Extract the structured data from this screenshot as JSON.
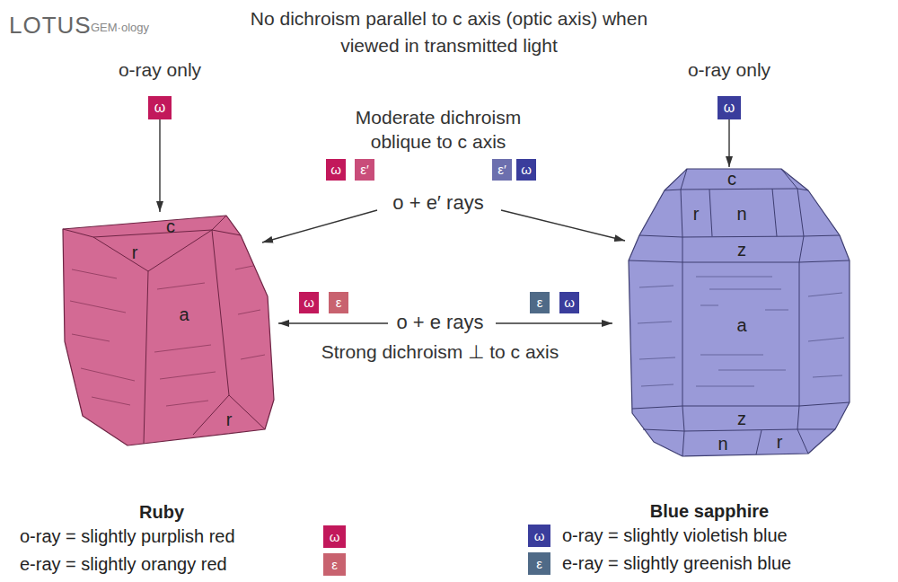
{
  "diagram": {
    "title": "No dichroism parallel to c axis (optic axis) when viewed in transmitted light",
    "nodes": [
      {
        "text": [
          "ω"
        ]
      },
      {
        "text": [
          "ω"
        ]
      },
      {
        "text": [
          "ω"
        ]
      },
      {
        "text": [
          "ε′"
        ]
      },
      {
        "text": [
          "ε′"
        ]
      },
      {
        "text": [
          "ω"
        ]
      },
      {
        "text": [
          "c",
          "r",
          "a",
          "r"
        ]
      },
      {
        "text": [
          "c",
          "r",
          "n",
          "z",
          "a",
          "z",
          "n",
          "r"
        ]
      },
      {
        "text": [
          "ω"
        ]
      },
      {
        "text": [
          "ε"
        ]
      },
      {
        "text": [
          "ε"
        ]
      },
      {
        "text": [
          "ω"
        ]
      }
    ],
    "edges": [
      {
        "from": 0,
        "to": 6,
        "arrow": "to"
      },
      {
        "from": 1,
        "to": 7,
        "arrow": "to"
      }
    ],
    "labels": [
      "LOTUS",
      "GEM·ology",
      "o-ray only",
      "o-ray only",
      "Moderate dichroism oblique to c axis",
      "o + e′ rays",
      "o + e rays",
      "Strong dichroism ⊥ to c axis",
      "Ruby",
      "Blue sapphire",
      "ω",
      "ε",
      "ω",
      "ε"
    ],
    "legend": [
      {
        "text": "o-ray = slightly purplish red",
        "color": "#c2185b"
      },
      {
        "text": "e-ray = slightly orangy red",
        "color": "#c8626f"
      },
      {
        "text": "o-ray = slightly violetish blue",
        "color": "#3a3d9c"
      },
      {
        "text": "e-ray = slightly greenish blue",
        "color": "#4f6a87"
      }
    ]
  }
}
